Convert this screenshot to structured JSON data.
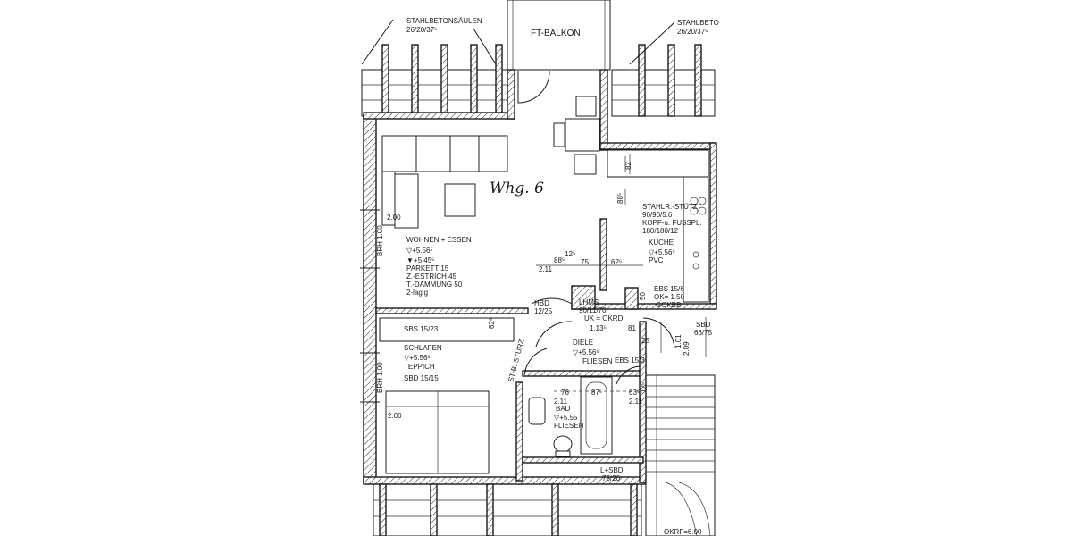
{
  "plan": {
    "unit_label": "Whg. 6",
    "labels": {
      "columns_left": "STAHLBETONSÄULEN",
      "columns_left_dim": "26/20/37⁵",
      "columns_right": "STAHLBETO",
      "columns_right_dim": "26/20/37⁵",
      "balcony": "FT-BALKON",
      "stahl_stuetze_1": "STAHLR.-STÜTZ",
      "stahl_stuetze_2": "90/90/5.6",
      "stahl_stuetze_3": "KOPF-u. FUSSPL.",
      "stahl_stuetze_4": "180/180/12",
      "dim_82": "82",
      "dim_88": "88⁵",
      "dim_88b": "88⁵",
      "dim_125": "12⁵",
      "dim_75": "75",
      "dim_625": "62⁵",
      "dim_211": "2.11",
      "hbd": "HBD",
      "hbd_dim": "12/25",
      "lhms_1": "LHMS",
      "lhms_2": "90/11/70",
      "lhms_3": "UK = OKRD",
      "dim_113": "1.13⁵",
      "dim_81": "81",
      "dim_50": "50",
      "ebs_1": "EBS 15/6",
      "ebs_2": "OK= 1.50",
      "ebs_3": "GOKBB",
      "sbd_right": "SBD",
      "sbd_right_dim": "63/75",
      "dim_101": "1.01",
      "dim_209": "2.09",
      "dim_25": "25",
      "sbs": "SBS 15/23",
      "dim_625b": "62⁵",
      "brh_left": "BRH 1.00",
      "brh_left2": "BRH 1.00",
      "dim_200": "2.00",
      "dim_200b": "2.00",
      "st_sturz": "ST-B. STURZ",
      "diele": "DIELE",
      "diele_level": "▽+5.56⁵",
      "diele_floor": "FLIESEN",
      "ebs_153": "EBS 15/3",
      "dim_76": "76",
      "dim_87": "87⁵",
      "dim_635": "63⁵",
      "dim_125b": "12⁵",
      "dim_211b": "2.11",
      "dim_211c": "2.11",
      "lsbd_1": "L+SBD",
      "lsbd_2": "75/20",
      "okrf": "OKRF=6.00"
    },
    "rooms": [
      {
        "name": "WOHNEN + ESSEN",
        "level": "▽+5.56⁵",
        "level2": "▼+5.45⁵",
        "l1": "PARKETT 15",
        "l2": "Z.-ESTRICH 45",
        "l3": "T.-DÄMMUNG 50",
        "l4": "2-lagig"
      },
      {
        "name": "KÜCHE",
        "level": "▽+5.56⁵",
        "l1": "PVC"
      },
      {
        "name": "SCHLAFEN",
        "level": "▽+5.56⁵",
        "l1": "TEPPICH",
        "l2": "SBD 15/15"
      },
      {
        "name": "BAD",
        "level": "▽+5.55",
        "l1": "FLIESEN"
      }
    ]
  }
}
